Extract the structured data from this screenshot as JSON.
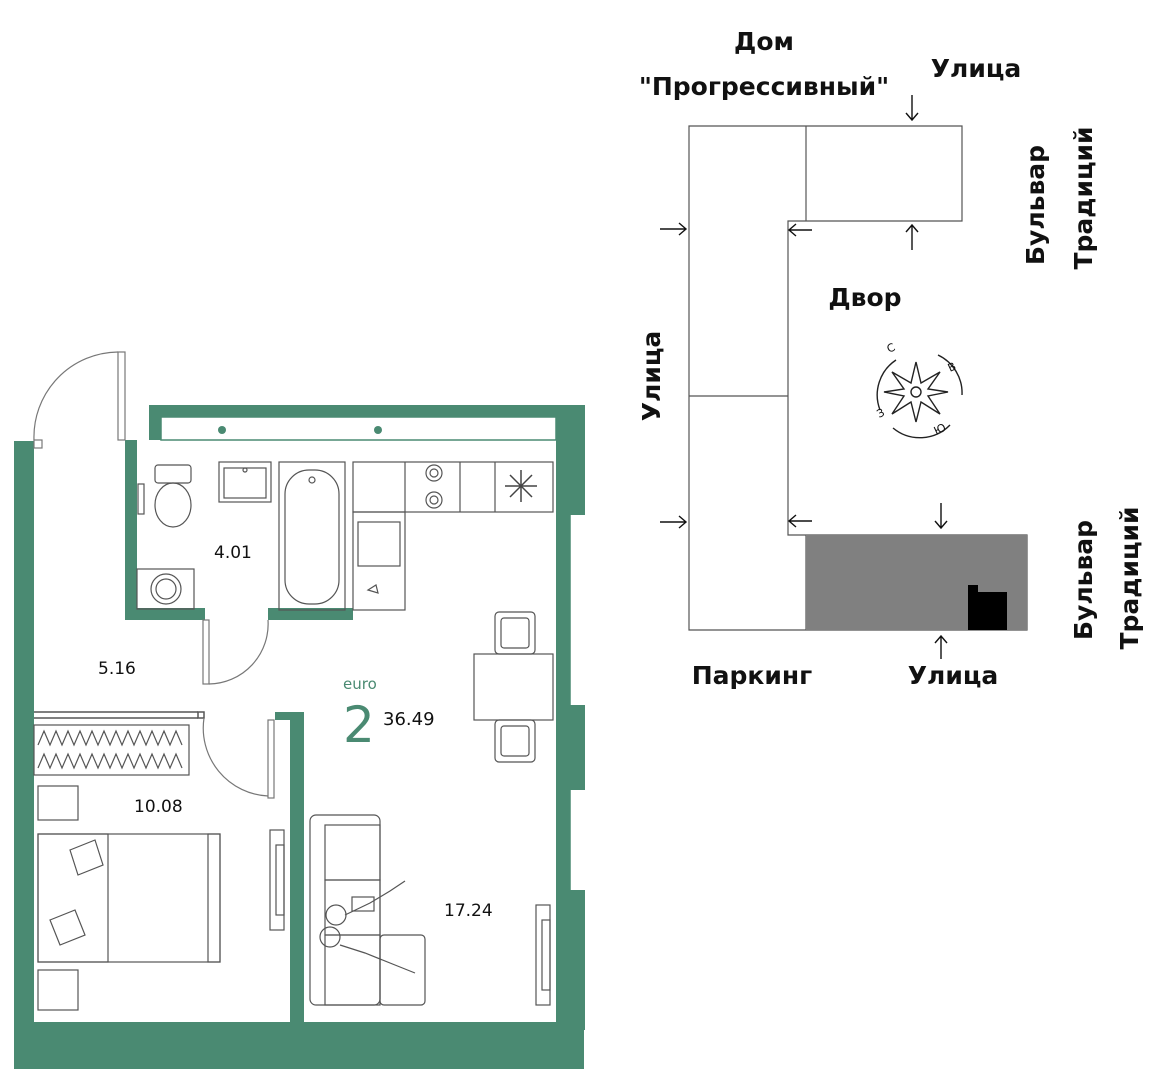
{
  "apartment": {
    "type_label": "euro",
    "rooms": "2",
    "total_area": "36.49",
    "rooms_list": [
      {
        "name": "bathroom",
        "area": "4.01"
      },
      {
        "name": "hallway",
        "area": "5.16"
      },
      {
        "name": "bedroom",
        "area": "10.08"
      },
      {
        "name": "living-kitchen",
        "area": "17.24"
      }
    ],
    "wall_color": "#4a8a72"
  },
  "site": {
    "house_line1": "Дом",
    "house_line2": "\"Прогрессивный\"",
    "street_top": "Улица",
    "street_left": "Улица",
    "street_bottom": "Улица",
    "boulevard_top_line1": "Бульвар",
    "boulevard_top_line2": "Традиций",
    "boulevard_bottom_line1": "Бульвар",
    "boulevard_bottom_line2": "Традиций",
    "yard": "Двор",
    "parking": "Паркинг",
    "compass": {
      "n": "С",
      "e": "В",
      "s": "Ю",
      "w": "З"
    },
    "highlight_color": "#808080"
  }
}
